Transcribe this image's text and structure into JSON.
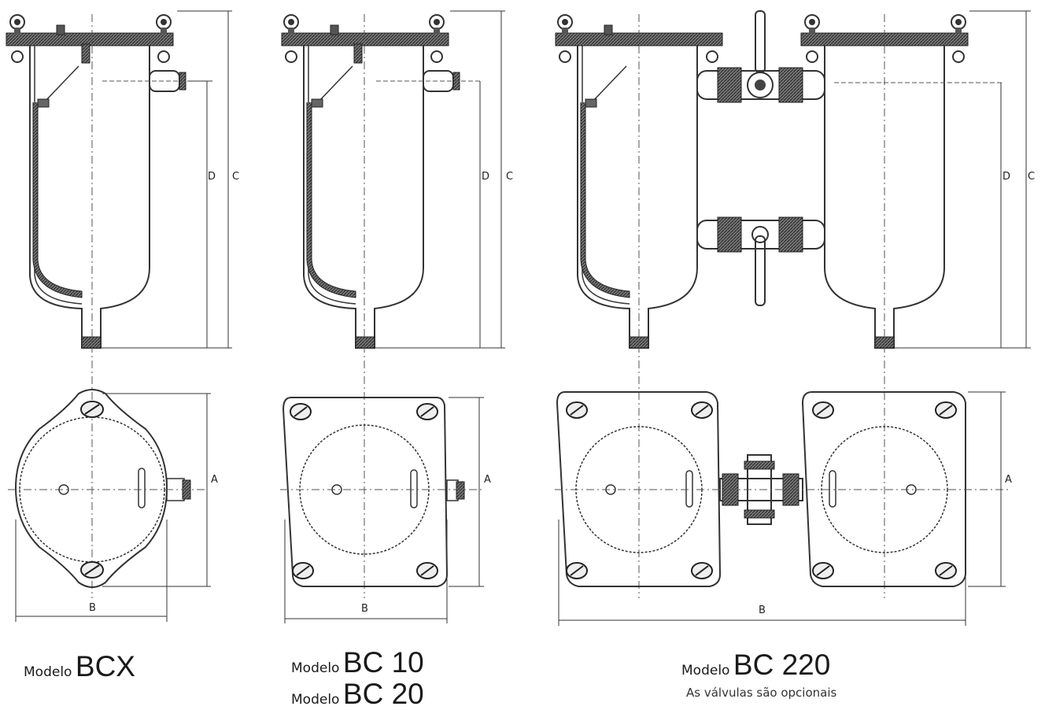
{
  "dimension_labels": {
    "a": "A",
    "b": "B",
    "c": "C",
    "d": "D"
  },
  "models": [
    {
      "caption_prefix": "Modelo",
      "name": "BCX"
    },
    {
      "caption_prefix": "Modelo",
      "name": "BC 10"
    },
    {
      "caption_prefix": "Modelo",
      "name": "BC 20"
    },
    {
      "caption_prefix": "Modelo",
      "name": "BC 220",
      "note": "As válvulas são opcionais"
    }
  ],
  "colors": {
    "line": "#333333",
    "flange": "#555555",
    "background": "#ffffff"
  }
}
